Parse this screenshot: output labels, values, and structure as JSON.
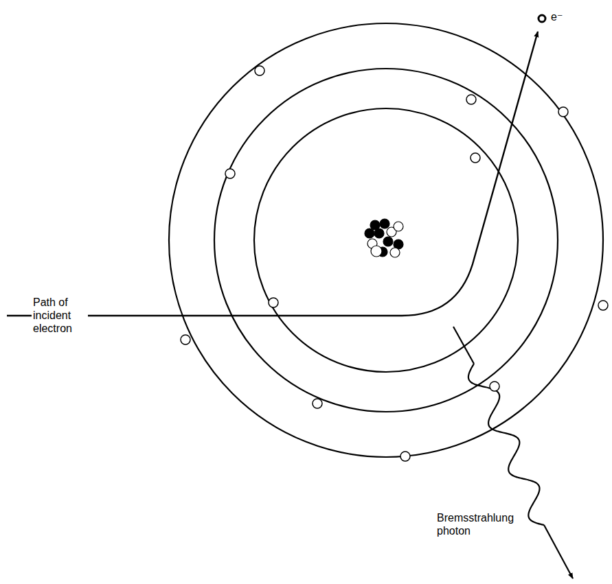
{
  "diagram": {
    "labels": [
      "Path of incident electron",
      "Bremsstrahlung photon",
      "e⁻"
    ]
  }
}
